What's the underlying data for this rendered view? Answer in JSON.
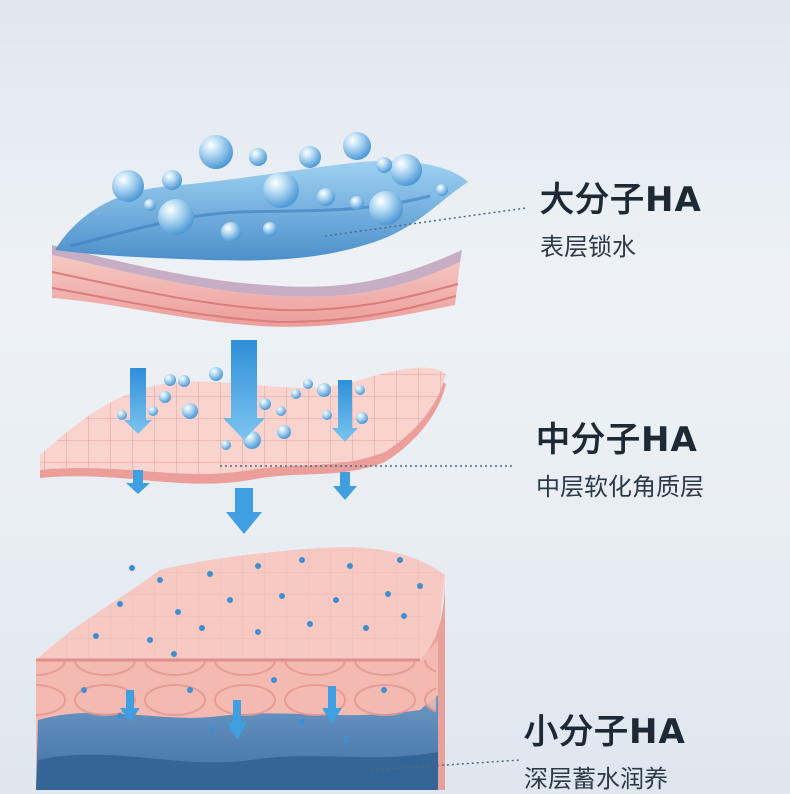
{
  "banner": "",
  "layers": [
    {
      "title": "大分子HA",
      "subtitle": "表层锁水"
    },
    {
      "title": "中分子HA",
      "subtitle": "中层软化角质层"
    },
    {
      "title": "小分子HA",
      "subtitle": "深层蓄水润养"
    }
  ],
  "colors": {
    "hydration_blue": "#5aa6dc",
    "skin_pink": "#f1b4b0",
    "deep_blue": "#3d6fa3"
  }
}
